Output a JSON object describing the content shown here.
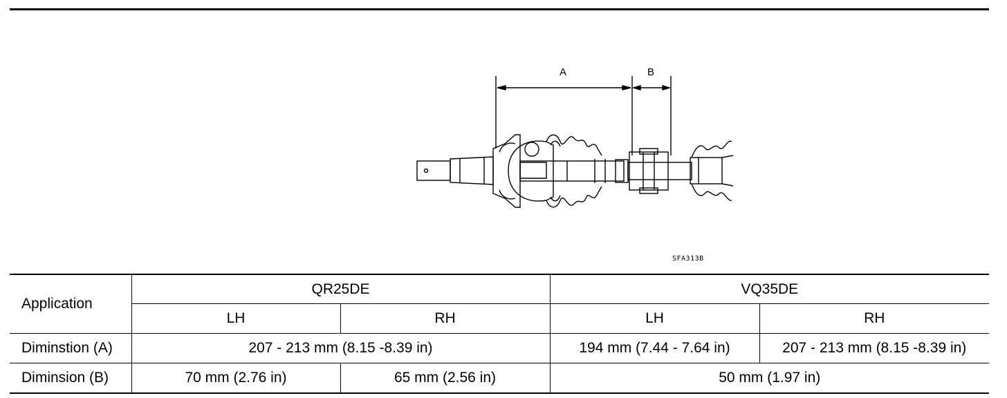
{
  "figure": {
    "label_a": "A",
    "label_b": "B",
    "code": "SFA313B"
  },
  "table": {
    "application": "Application",
    "engine_1": "QR25DE",
    "engine_2": "VQ35DE",
    "lh": "LH",
    "rh": "RH",
    "row_a": {
      "label": "Diminstion (A)",
      "qr25de": "207 - 213 mm (8.15 -8.39 in)",
      "vq35de_lh": "194 mm (7.44 - 7.64 in)",
      "vq35de_rh": "207 - 213 mm (8.15 -8.39 in)"
    },
    "row_b": {
      "label": "Diminsion (B)",
      "qr25de_lh": "70 mm (2.76 in)",
      "qr25de_rh": "65 mm (2.56 in)",
      "vq35de": "50 mm (1.97 in)"
    }
  }
}
